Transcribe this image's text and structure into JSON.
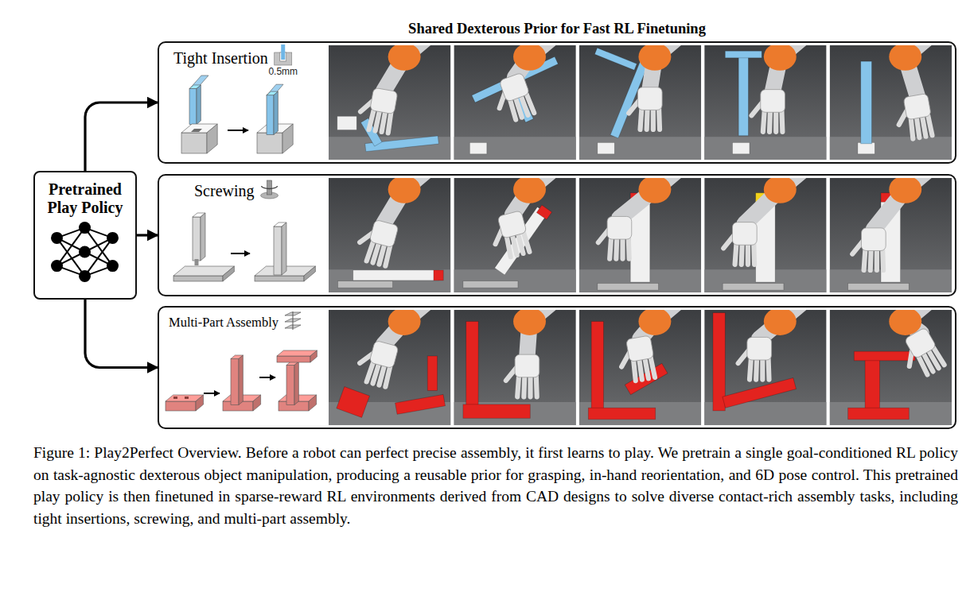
{
  "diagram": {
    "title": "Shared Dexterous Prior for Fast RL Finetuning",
    "caption": "Figure 1: Play2Perfect Overview. Before a robot can perfect precise assembly, it first learns to play. We pretrain a single goal-conditioned RL policy on task-agnostic dexterous object manipulation, producing a reusable prior for grasping, in-hand reorientation, and 6D pose control. This pretrained play policy is then finetuned in sparse-reward RL environments derived from CAD designs to solve diverse contact-rich assembly tasks, including tight insertions, screwing, and multi-part assembly.",
    "nodes": [
      {
        "text": [
          "Pretrained Play Policy"
        ]
      },
      {
        "text": [
          "Tight Insertion"
        ]
      },
      {
        "text": [
          "Screwing"
        ]
      },
      {
        "text": [
          "Multi-Part Assembly"
        ]
      }
    ],
    "edges": [
      {
        "from": 0,
        "to": 1,
        "arrow": "to"
      },
      {
        "from": 0,
        "to": 2,
        "arrow": "to"
      },
      {
        "from": 0,
        "to": 3,
        "arrow": "to"
      }
    ],
    "labels": [
      "0.5mm"
    ]
  }
}
